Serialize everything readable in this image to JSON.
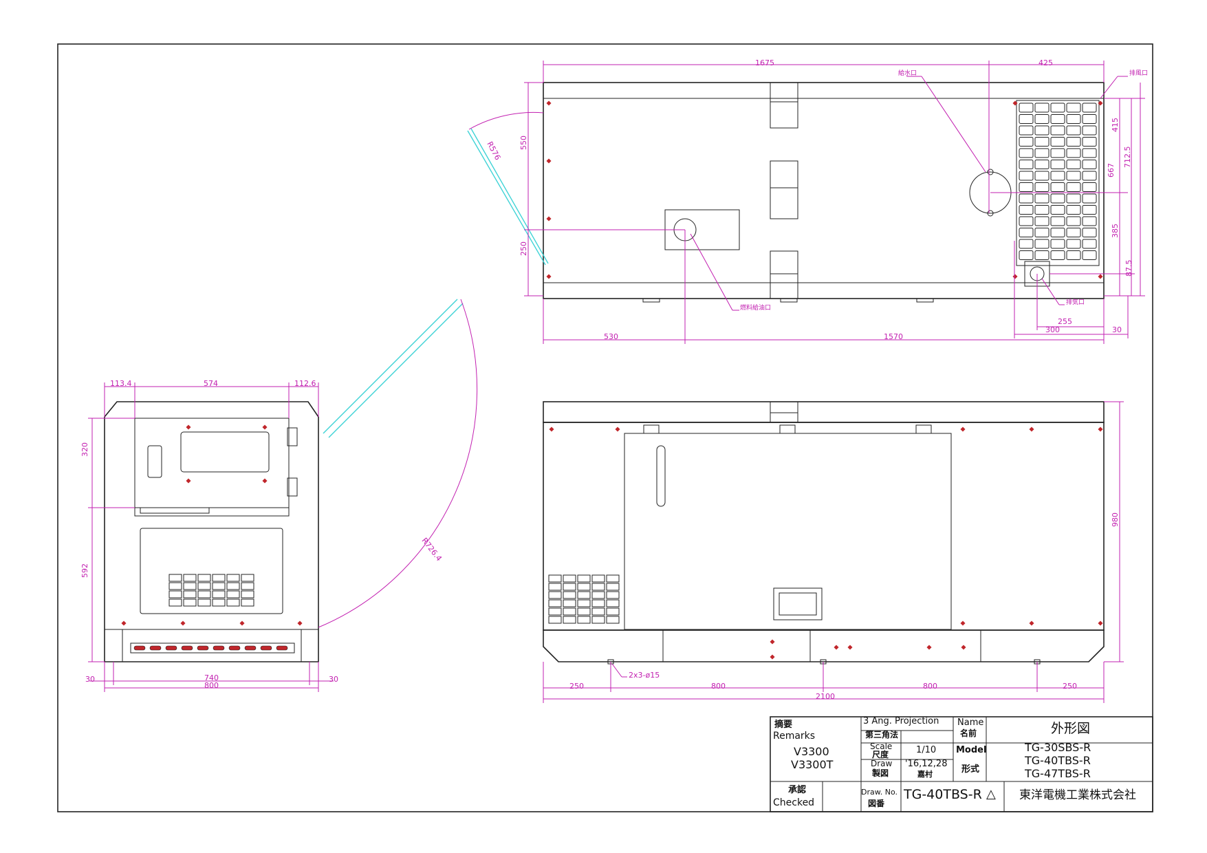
{
  "dimensions": {
    "top_view": {
      "length_main": "1675",
      "length_radiator": "425",
      "width_upper": "550",
      "width_lower": "250",
      "to_fuel_inlet": "530",
      "fuel_inlet_to_end": "1570",
      "radius_door": "R576",
      "right_415": "415",
      "right_667": "667",
      "right_712_5": "712.5",
      "right_385": "385",
      "right_87_5": "87.5",
      "exhaust_255": "255",
      "exhaust_300": "300",
      "offset_30": "30"
    },
    "side_view": {
      "width_113_4": "113.4",
      "width_574": "574",
      "width_112_6": "112.6",
      "height_320": "320",
      "height_592": "592",
      "radius_door": "R726.4",
      "base_30_left": "30",
      "base_740": "740",
      "base_800": "800",
      "base_30_right": "30"
    },
    "front_view": {
      "height_980": "980",
      "holes": "2x3-ø15",
      "bottom_250_left": "250",
      "bottom_800_left": "800",
      "total_2100": "2100",
      "bottom_800_right": "800",
      "bottom_250_right": "250"
    }
  },
  "notes": {
    "water_inlet": "給水口",
    "exhaust_air": "排風口",
    "fuel_inlet": "燃料給油口",
    "exhaust_gas": "排気口"
  },
  "title_block": {
    "remarks_jp": "摘要",
    "remarks_en": "Remarks",
    "remark_line1": "V3300",
    "remark_line2": "V3300T",
    "projection_en": "3 Ang. Projection",
    "projection_jp": "第三角法",
    "name_en": "Name",
    "name_jp": "名前",
    "drawing_name": "外形図",
    "scale_en": "Scale",
    "scale_jp": "尺度",
    "scale_value": "1/10",
    "model_en": "Model",
    "model_jp": "形式",
    "model_1": "TG-30SBS-R",
    "model_2": "TG-40TBS-R",
    "model_3": "TG-47TBS-R",
    "draw_en": "Draw",
    "draw_jp": "製図",
    "draw_date": "'16,12,28",
    "drawer": "嘉村",
    "checked_jp": "承認",
    "checked_en": "Checked",
    "drawno_en": "Draw. No.",
    "drawno_jp": "図番",
    "drawing_number": "TG-40TBS-R",
    "company": "東洋電機工業株式会社"
  }
}
